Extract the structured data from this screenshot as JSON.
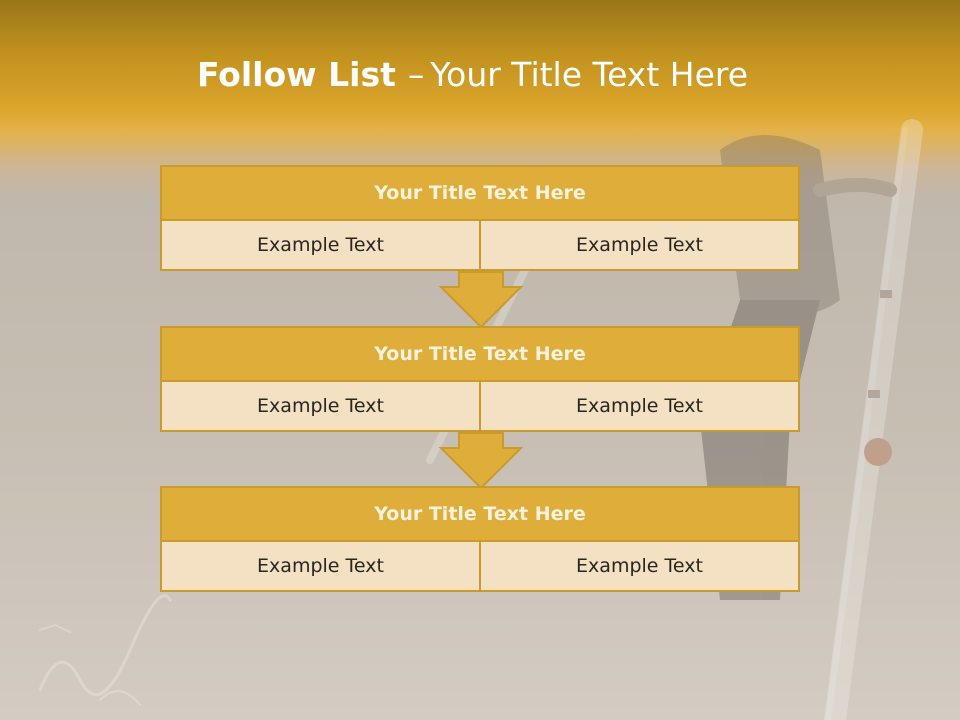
{
  "slide": {
    "title_bold": "Follow List",
    "title_dash": "–",
    "title_rest": "Your Title Text Here"
  },
  "steps": [
    {
      "title": "Your Title Text Here",
      "left": "Example Text",
      "right": "Example Text"
    },
    {
      "title": "Your Title Text Here",
      "left": "Example Text",
      "right": "Example Text"
    },
    {
      "title": "Your Title Text Here",
      "left": "Example Text",
      "right": "Example Text"
    }
  ],
  "colors": {
    "header_band": "#dca52c",
    "step_header": "#dfad3a",
    "step_cell": "#f4e0c2",
    "border": "#c99a2c"
  },
  "icons": [
    "down-arrow-icon",
    "down-arrow-icon"
  ]
}
